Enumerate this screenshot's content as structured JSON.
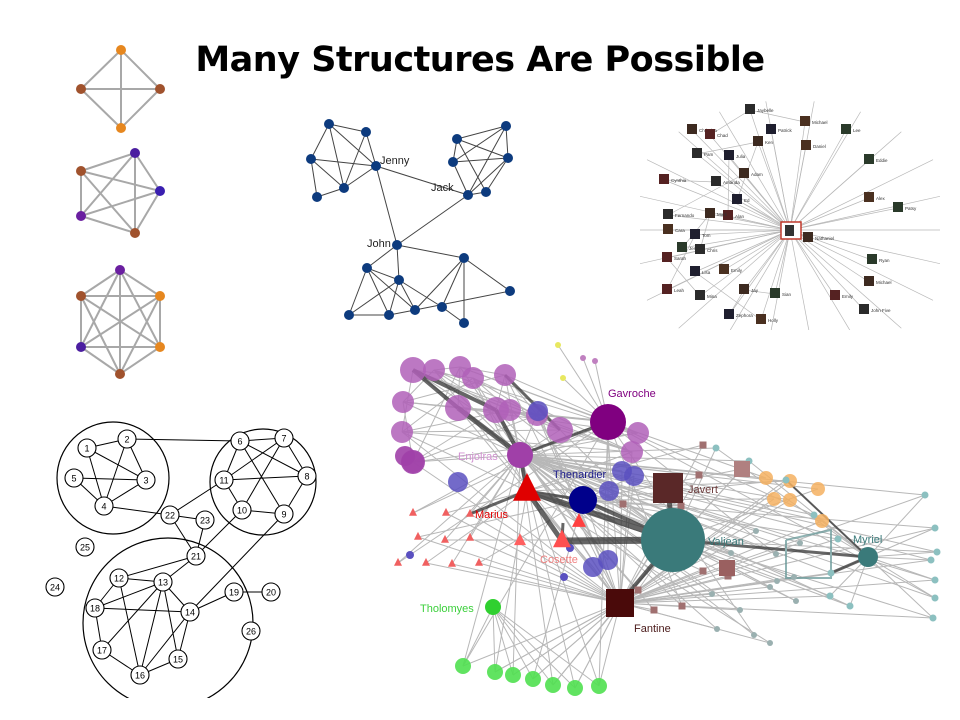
{
  "slide": {
    "title": "Many Structures Are Possible"
  },
  "colors": {
    "orange": "#e6871f",
    "brown": "#a0522d",
    "purple": "#6a1fa0",
    "navy": "#0d3b7e",
    "gray_edge": "#a0a0a0"
  },
  "network_jenny": {
    "labels": {
      "jenny": "Jenny",
      "jack": "Jack",
      "john": "John"
    }
  },
  "social_photo_network": {
    "names": [
      "Jaybelle",
      "Christina",
      "Patrick",
      "Michael",
      "Lee",
      "Chad",
      "Pam",
      "Ken",
      "Julia",
      "Daniel",
      "Eddie",
      "Cynthia",
      "Amanda",
      "Adam",
      "Ed",
      "Alex",
      "Patsy",
      "Alan",
      "Fernando",
      "Mark",
      "Tom",
      "Cara",
      "Jess",
      "Sarah",
      "Chris",
      "Nathaniel",
      "Lisa",
      "Emily",
      "Ryan",
      "Leah",
      "Mina",
      "Michael",
      "Zephora",
      "Holly",
      "Sian",
      "Emily",
      "John Five",
      "Jay"
    ]
  },
  "les_mis_network": {
    "labels": {
      "gavroche": "Gavroche",
      "enjolras": "Enjolras",
      "thenardier": "Thenardier",
      "javert": "Javert",
      "marius": "Marius",
      "cosette": "Cosette",
      "valjean": "Valjean",
      "myriel": "Myriel",
      "tholomyes": "Tholomyes",
      "fantine": "Fantine"
    }
  },
  "numbered_graph": {
    "nodes": [
      "1",
      "2",
      "3",
      "4",
      "5",
      "6",
      "7",
      "8",
      "9",
      "10",
      "11",
      "12",
      "13",
      "14",
      "15",
      "16",
      "17",
      "18",
      "19",
      "20",
      "21",
      "22",
      "23",
      "24",
      "25",
      "26"
    ]
  }
}
